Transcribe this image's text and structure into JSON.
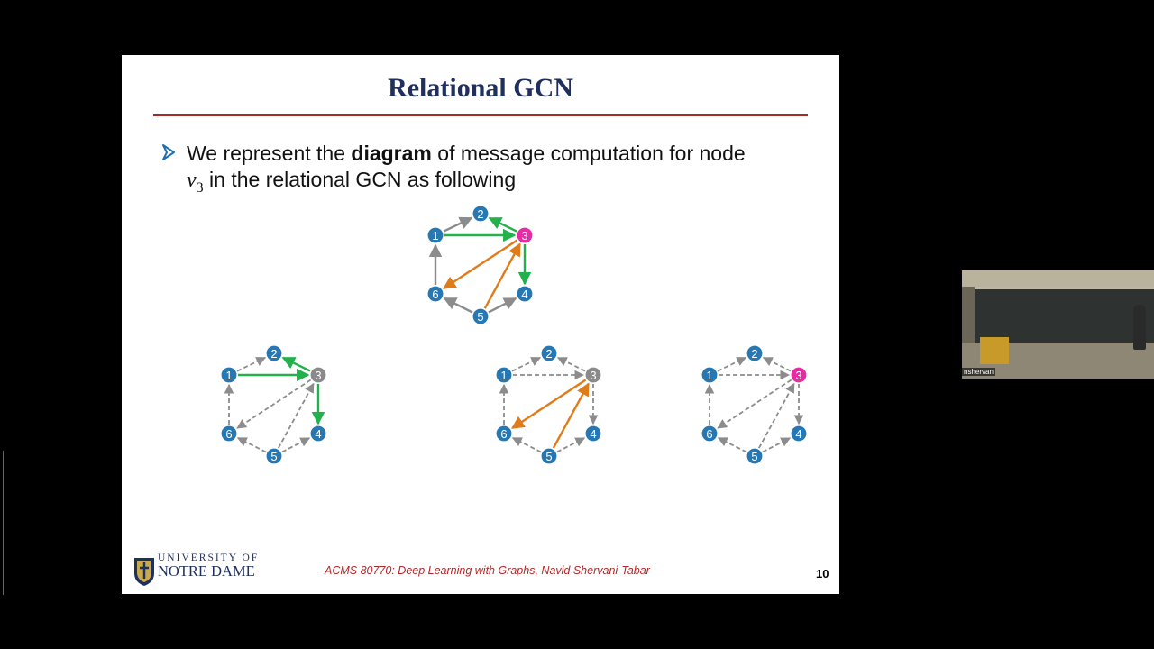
{
  "slide": {
    "title": "Relational GCN",
    "bullet_pre": "We represent the ",
    "bullet_bold": "diagram",
    "bullet_post": " of message computation for node",
    "math_var": "v",
    "math_sub": "3",
    "bullet_line2": " in the relational GCN as following",
    "university_line1": "UNIVERSITY OF",
    "university_line2": "NOTRE DAME",
    "footer": "ACMS 80770: Deep Learning with Graphs, Navid Shervani-Tabar",
    "page_number": "10"
  },
  "webcam": {
    "name_label": "nshervan"
  },
  "colors": {
    "node_blue": "#2777b3",
    "node_target": "#e62ba3",
    "node_gray": "#8a8a8a",
    "edge_green": "#22b14c",
    "edge_orange": "#e07b1a",
    "edge_gray": "#8c8c8c",
    "title_navy": "#1f2f5e",
    "rule_red": "#a52a2a"
  },
  "diagrams": [
    {
      "id": "full",
      "center_label": "3",
      "center_color": "node_target",
      "node_labels": [
        "1",
        "2",
        "3",
        "4",
        "5",
        "6"
      ],
      "edges": [
        {
          "from": "1",
          "to": "2",
          "color": "edge_gray",
          "dashed": false
        },
        {
          "from": "3",
          "to": "2",
          "color": "edge_green",
          "dashed": false
        },
        {
          "from": "1",
          "to": "3",
          "color": "edge_green",
          "dashed": false
        },
        {
          "from": "3",
          "to": "4",
          "color": "edge_green",
          "dashed": false
        },
        {
          "from": "3",
          "to": "6",
          "color": "edge_orange",
          "dashed": false
        },
        {
          "from": "5",
          "to": "3",
          "color": "edge_orange",
          "dashed": false
        },
        {
          "from": "6",
          "to": "1",
          "color": "edge_gray",
          "dashed": false
        },
        {
          "from": "5",
          "to": "6",
          "color": "edge_gray",
          "dashed": false
        },
        {
          "from": "5",
          "to": "4",
          "color": "edge_gray",
          "dashed": false
        }
      ]
    },
    {
      "id": "green-relation",
      "center_label": "3",
      "center_color": "node_gray",
      "node_labels": [
        "1",
        "2",
        "3",
        "4",
        "5",
        "6"
      ],
      "edges": [
        {
          "from": "1",
          "to": "2",
          "color": "edge_gray",
          "dashed": true
        },
        {
          "from": "3",
          "to": "2",
          "color": "edge_green",
          "dashed": false
        },
        {
          "from": "1",
          "to": "3",
          "color": "edge_green",
          "dashed": false
        },
        {
          "from": "3",
          "to": "4",
          "color": "edge_green",
          "dashed": false
        },
        {
          "from": "3",
          "to": "6",
          "color": "edge_gray",
          "dashed": true
        },
        {
          "from": "5",
          "to": "3",
          "color": "edge_gray",
          "dashed": true
        },
        {
          "from": "6",
          "to": "1",
          "color": "edge_gray",
          "dashed": true
        },
        {
          "from": "5",
          "to": "6",
          "color": "edge_gray",
          "dashed": true
        },
        {
          "from": "5",
          "to": "4",
          "color": "edge_gray",
          "dashed": true
        }
      ]
    },
    {
      "id": "orange-relation",
      "center_label": "3",
      "center_color": "node_gray",
      "node_labels": [
        "1",
        "2",
        "3",
        "4",
        "5",
        "6"
      ],
      "edges": [
        {
          "from": "1",
          "to": "2",
          "color": "edge_gray",
          "dashed": true
        },
        {
          "from": "3",
          "to": "2",
          "color": "edge_gray",
          "dashed": true
        },
        {
          "from": "1",
          "to": "3",
          "color": "edge_gray",
          "dashed": true
        },
        {
          "from": "3",
          "to": "4",
          "color": "edge_gray",
          "dashed": true
        },
        {
          "from": "3",
          "to": "6",
          "color": "edge_orange",
          "dashed": false
        },
        {
          "from": "5",
          "to": "3",
          "color": "edge_orange",
          "dashed": false
        },
        {
          "from": "6",
          "to": "1",
          "color": "edge_gray",
          "dashed": true
        },
        {
          "from": "5",
          "to": "6",
          "color": "edge_gray",
          "dashed": true
        },
        {
          "from": "5",
          "to": "4",
          "color": "edge_gray",
          "dashed": true
        }
      ]
    },
    {
      "id": "self-loop",
      "center_label": "3",
      "center_color": "node_target",
      "node_labels": [
        "1",
        "2",
        "3",
        "4",
        "5",
        "6"
      ],
      "edges": [
        {
          "from": "1",
          "to": "2",
          "color": "edge_gray",
          "dashed": true
        },
        {
          "from": "3",
          "to": "2",
          "color": "edge_gray",
          "dashed": true
        },
        {
          "from": "1",
          "to": "3",
          "color": "edge_gray",
          "dashed": true
        },
        {
          "from": "3",
          "to": "4",
          "color": "edge_gray",
          "dashed": true
        },
        {
          "from": "3",
          "to": "6",
          "color": "edge_gray",
          "dashed": true
        },
        {
          "from": "5",
          "to": "3",
          "color": "edge_gray",
          "dashed": true
        },
        {
          "from": "6",
          "to": "1",
          "color": "edge_gray",
          "dashed": true
        },
        {
          "from": "5",
          "to": "6",
          "color": "edge_gray",
          "dashed": true
        },
        {
          "from": "5",
          "to": "4",
          "color": "edge_gray",
          "dashed": true
        }
      ]
    }
  ]
}
